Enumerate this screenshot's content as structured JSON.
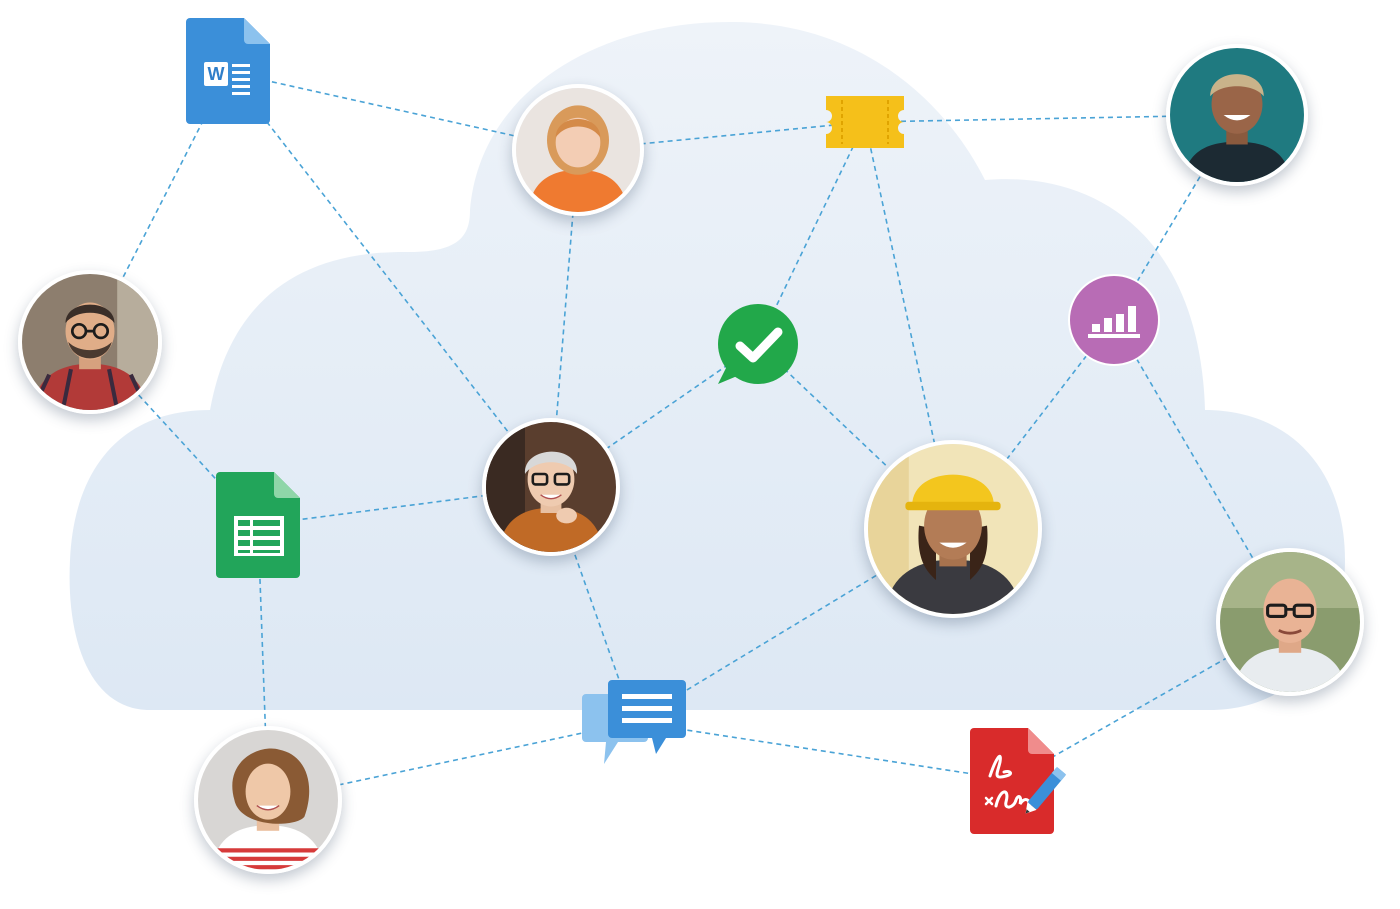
{
  "diagram": {
    "nodes": [
      {
        "id": "word-doc",
        "kind": "word-document-icon",
        "letter": "W",
        "color": "#3b8fd9"
      },
      {
        "id": "person-orange-sweater",
        "kind": "person-avatar"
      },
      {
        "id": "ticket",
        "kind": "ticket-icon",
        "color": "#f5c01a"
      },
      {
        "id": "person-teal-bg",
        "kind": "person-avatar"
      },
      {
        "id": "person-glasses-plaid",
        "kind": "person-avatar"
      },
      {
        "id": "checkmark",
        "kind": "checkmark-chat-icon",
        "color": "#22a84a"
      },
      {
        "id": "bar-chart",
        "kind": "bar-chart-icon",
        "color": "#b86cb5"
      },
      {
        "id": "spreadsheet",
        "kind": "spreadsheet-icon",
        "color": "#22a55a"
      },
      {
        "id": "person-grey-hair",
        "kind": "person-avatar"
      },
      {
        "id": "person-hard-hat",
        "kind": "person-avatar"
      },
      {
        "id": "person-bald-glasses",
        "kind": "person-avatar"
      },
      {
        "id": "chat",
        "kind": "chat-bubbles-icon",
        "color": "#3b8fd9"
      },
      {
        "id": "person-curly-hair",
        "kind": "person-avatar"
      },
      {
        "id": "pdf-sign",
        "kind": "pdf-signature-icon",
        "color": "#d92b2b"
      }
    ],
    "edges": [
      [
        "word-doc",
        "person-orange-sweater"
      ],
      [
        "word-doc",
        "person-glasses-plaid"
      ],
      [
        "word-doc",
        "person-grey-hair"
      ],
      [
        "person-orange-sweater",
        "ticket"
      ],
      [
        "person-orange-sweater",
        "person-grey-hair"
      ],
      [
        "ticket",
        "person-teal-bg"
      ],
      [
        "ticket",
        "checkmark"
      ],
      [
        "ticket",
        "person-hard-hat"
      ],
      [
        "person-teal-bg",
        "bar-chart"
      ],
      [
        "person-glasses-plaid",
        "spreadsheet"
      ],
      [
        "checkmark",
        "person-grey-hair"
      ],
      [
        "checkmark",
        "person-hard-hat"
      ],
      [
        "bar-chart",
        "person-hard-hat"
      ],
      [
        "bar-chart",
        "person-bald-glasses"
      ],
      [
        "spreadsheet",
        "person-grey-hair"
      ],
      [
        "spreadsheet",
        "person-curly-hair"
      ],
      [
        "person-grey-hair",
        "chat"
      ],
      [
        "person-hard-hat",
        "chat"
      ],
      [
        "chat",
        "person-curly-hair"
      ],
      [
        "chat",
        "pdf-sign"
      ],
      [
        "pdf-sign",
        "person-bald-glasses"
      ]
    ],
    "colors": {
      "cloud": "#e4edf7",
      "edge": "#4aa3d6",
      "ring": "#ffffff"
    }
  }
}
